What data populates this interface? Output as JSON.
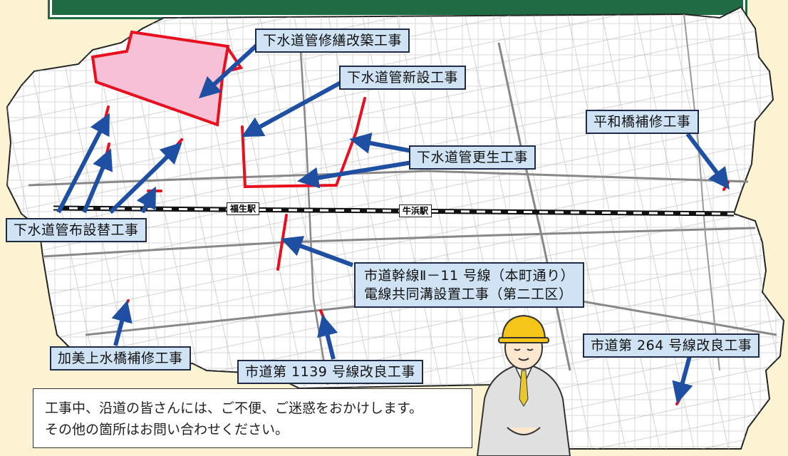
{
  "map": {
    "stations": [
      {
        "name": "福生駅"
      },
      {
        "name": "牛浜駅"
      }
    ],
    "labels": {
      "shuzen": "下水道管修繕改築工事",
      "shinsetsu": "下水道管新設工事",
      "kosei": "下水道管更生工事",
      "fusetsukae": "下水道管布設替工事",
      "heiwa": "平和橋補修工事",
      "kansen_line1": "市道幹線Ⅱ－11 号線（本町通り）",
      "kansen_line2": "電線共同溝設置工事（第二工区）",
      "kami": "加美上水橋補修工事",
      "d1139": "市道第 1139 号線改良工事",
      "d264": "市道第 264 号線改良工事"
    },
    "notice": {
      "line1": "工事中、沿道の皆さんには、ご不便、ご迷惑をおかけします。",
      "line2": "その他の箇所はお問い合わせください。"
    },
    "colors": {
      "construction": "#e8101e",
      "arrow": "#1e4fa3",
      "label_bg": "#cfe3f5",
      "area_fill": "#f6c1d6",
      "banner": "#1f6b44"
    },
    "icons": [
      "worker-illustration",
      "railway-line"
    ]
  }
}
